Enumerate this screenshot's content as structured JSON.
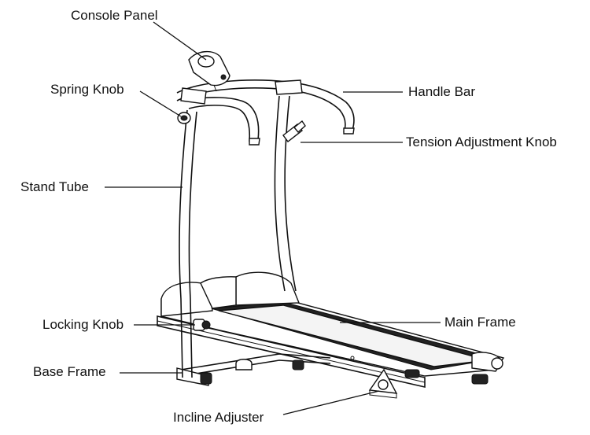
{
  "labels": {
    "console_panel": "Console Panel",
    "spring_knob": "Spring Knob",
    "stand_tube": "Stand Tube",
    "locking_knob": "Locking Knob",
    "base_frame": "Base Frame",
    "incline_adjuster": "Incline Adjuster",
    "handle_bar": "Handle Bar",
    "tension_adjustment_knob": "Tension Adjustment Knob",
    "main_frame": "Main Frame"
  }
}
